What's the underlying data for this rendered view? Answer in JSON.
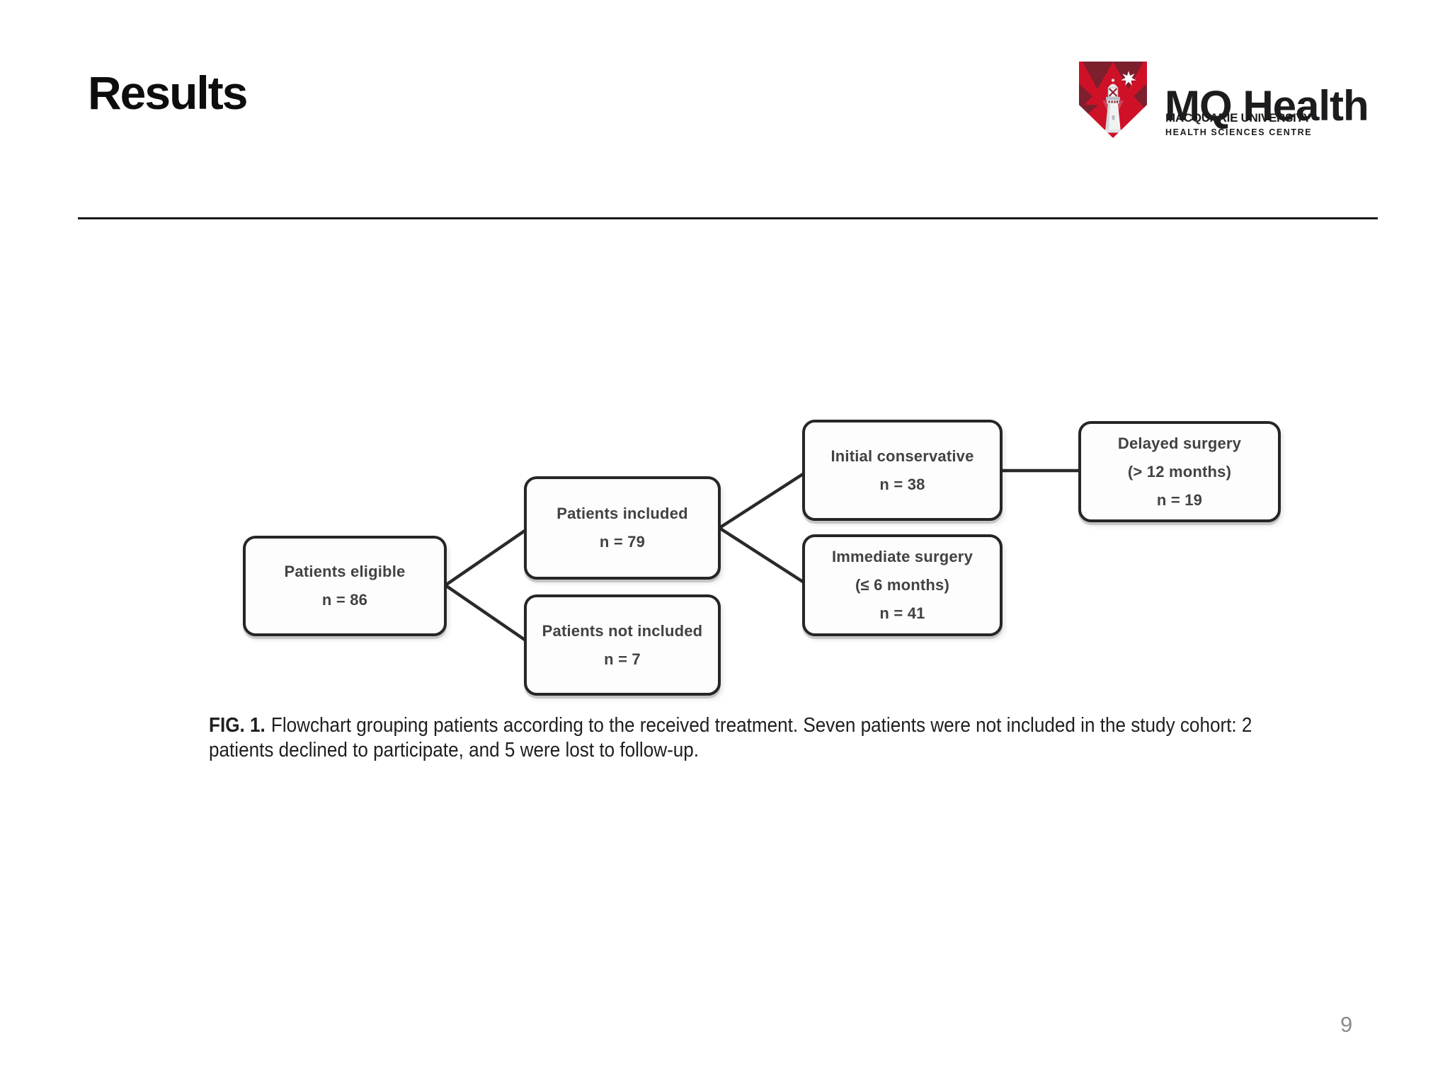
{
  "slide": {
    "title": "Results",
    "page_number": "9",
    "background": "#ffffff"
  },
  "logo": {
    "brand": "MQ Health",
    "university": "MACQUARIE UNIVERSITY",
    "centre": "HEALTH SCIENCES CENTRE",
    "shield_bright_red": "#cf1127",
    "shield_dark_red": "#7d1f2d"
  },
  "figure": {
    "type": "flowchart",
    "line_color": "#2a2a2a",
    "boxes": [
      {
        "id": "patients_eligible",
        "lines": [
          "Patients eligible",
          "n = 86"
        ]
      },
      {
        "id": "patients_included",
        "lines": [
          "Patients included",
          "n = 79"
        ]
      },
      {
        "id": "patients_not_included",
        "lines": [
          "Patients not included",
          "n = 7"
        ]
      },
      {
        "id": "initial_conservative",
        "lines": [
          "Initial conservative",
          "n = 38"
        ]
      },
      {
        "id": "immediate_surgery",
        "lines": [
          "Immediate surgery",
          "(≤ 6 months)",
          "n = 41"
        ]
      },
      {
        "id": "delayed_surgery",
        "lines": [
          "Delayed surgery",
          "(> 12 months)",
          "n = 19"
        ]
      }
    ],
    "edges": [
      {
        "from": "patients_eligible",
        "to": "patients_included"
      },
      {
        "from": "patients_eligible",
        "to": "patients_not_included"
      },
      {
        "from": "patients_included",
        "to": "initial_conservative"
      },
      {
        "from": "patients_included",
        "to": "immediate_surgery"
      },
      {
        "from": "initial_conservative",
        "to": "delayed_surgery"
      }
    ],
    "caption": {
      "label": "FIG. 1.",
      "lines": [
        "Flowchart grouping patients according to the received treatment. Seven patients were not included in the study cohort: 2",
        "patients declined to participate, and 5 were lost to follow-up."
      ]
    }
  }
}
